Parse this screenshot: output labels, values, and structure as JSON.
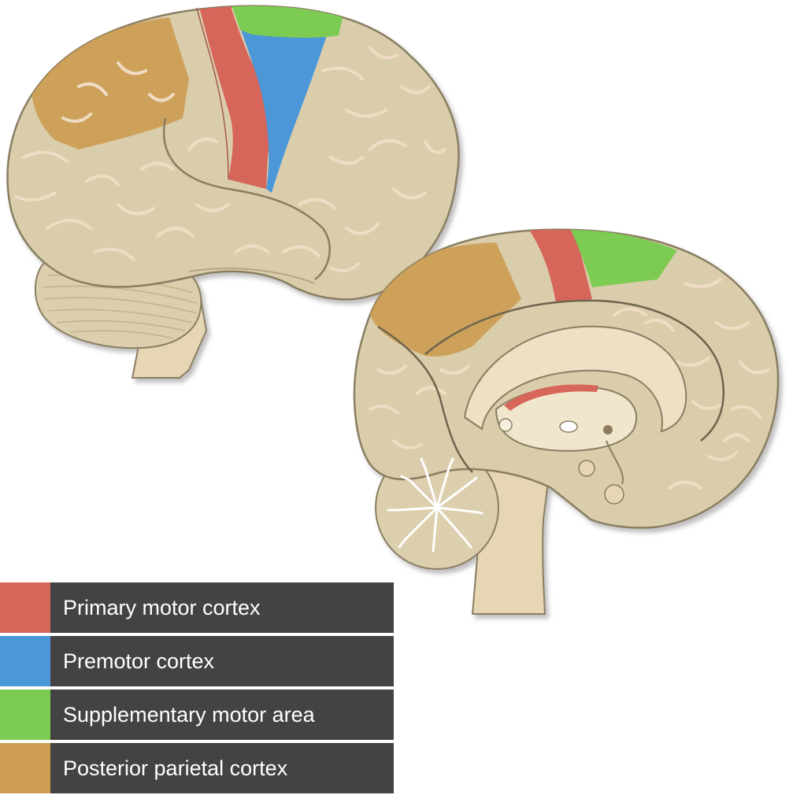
{
  "colors": {
    "primary_motor": "#d6655a",
    "premotor": "#4c97d8",
    "supplementary": "#7ccb53",
    "posterior_parietal": "#cd9d52",
    "cortex": "#dacdab",
    "cortex_dark": "#c5b792",
    "sulcus": "#f0dcc4",
    "outline": "#8a7e63",
    "callosum": "#ede0c4",
    "legend_bg": "#434343",
    "legend_text": "#ffffff"
  },
  "legend": [
    {
      "label": "Primary motor cortex",
      "color": "#d6655a"
    },
    {
      "label": "Premotor cortex",
      "color": "#4c97d8"
    },
    {
      "label": "Supplementary motor area",
      "color": "#7ccb53"
    },
    {
      "label": "Posterior parietal cortex",
      "color": "#cd9d52"
    }
  ]
}
